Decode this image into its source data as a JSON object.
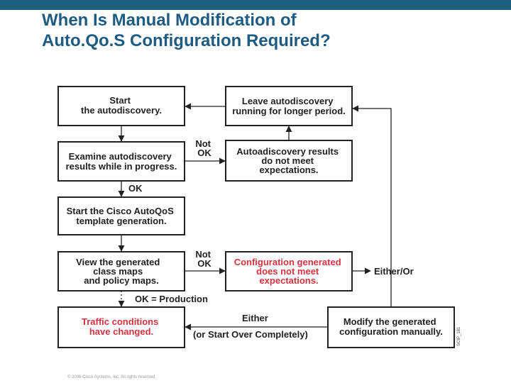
{
  "title": {
    "line1": "When Is Manual Modification of",
    "line2": "Auto.Qo.S Configuration Required?"
  },
  "boxes": {
    "start": [
      "Start",
      "the autodiscovery."
    ],
    "examine": [
      "Examine autodiscovery",
      "results while in progress."
    ],
    "generate": [
      "Start the Cisco AutoQoS",
      "template generation."
    ],
    "view": [
      "View the generated",
      "class maps",
      "and policy maps."
    ],
    "traffic": [
      "Traffic conditions",
      "have changed."
    ],
    "leave": [
      "Leave autodiscovery",
      "running for longer period."
    ],
    "results_not_met": [
      "Autoadiscovery results",
      "do not meet",
      "expectations."
    ],
    "config_not_met": [
      "Configuration generated",
      "does not meet",
      "expectations."
    ],
    "modify": [
      "Modify the generated",
      "configuration manually."
    ]
  },
  "labels": {
    "not_ok_1": [
      "Not",
      "OK"
    ],
    "ok": "OK",
    "not_ok_2": [
      "Not",
      "OK"
    ],
    "ok_production": "OK = Production",
    "either_or": "Either/Or",
    "either": "Either",
    "start_over": "(or Start Over Completely)"
  },
  "figure_id": "SCIP_181",
  "footer": "© 2006 Cisco Systems, Inc. All rights reserved.",
  "colors": {
    "accent": "#1d5b82",
    "topbar": "#1f5f80",
    "warning_text": "#d6323f"
  }
}
